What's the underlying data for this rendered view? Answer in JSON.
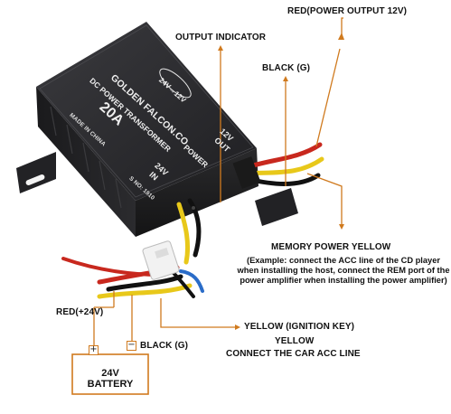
{
  "colors": {
    "leader_line": "#d07a1e",
    "box_body": "#1d1d1f",
    "box_top": "#2a2a2d",
    "wire_red": "#c8281e",
    "wire_yellow": "#e8c81a",
    "wire_black": "#111111"
  },
  "device": {
    "brand": "GOLDEN FALCON.CO",
    "voltage": "24V→12V",
    "type": "DC POWER TRANSFORMER",
    "rating": "20A",
    "origin": "MADE IN CHINA",
    "input_label": "24V",
    "input_sub": "IN",
    "serial": "S NO: 1910",
    "power_label": "POWER",
    "output_label": "12V",
    "output_sub": "OUT"
  },
  "labels": {
    "output_indicator": "OUTPUT INDICATOR",
    "red_output": "RED(POWER OUTPUT 12V)",
    "black_g_top": "BLACK (G)",
    "memory_power": "MEMORY POWER   YELLOW",
    "memory_desc": "(Example: connect the ACC line of the CD player when installing the host, connect the REM port of the power amplifier when installing the power amplifier)",
    "red_input": "RED(+24V)",
    "black_g_bottom": "BLACK (G)",
    "yellow_ignition": "YELLOW  (IGNITION KEY)",
    "yellow_acc_1": "YELLOW",
    "yellow_acc_2": "CONNECT THE CAR ACC LINE"
  },
  "battery": {
    "label": "24V BATTERY",
    "plus": "+",
    "minus": "−"
  }
}
